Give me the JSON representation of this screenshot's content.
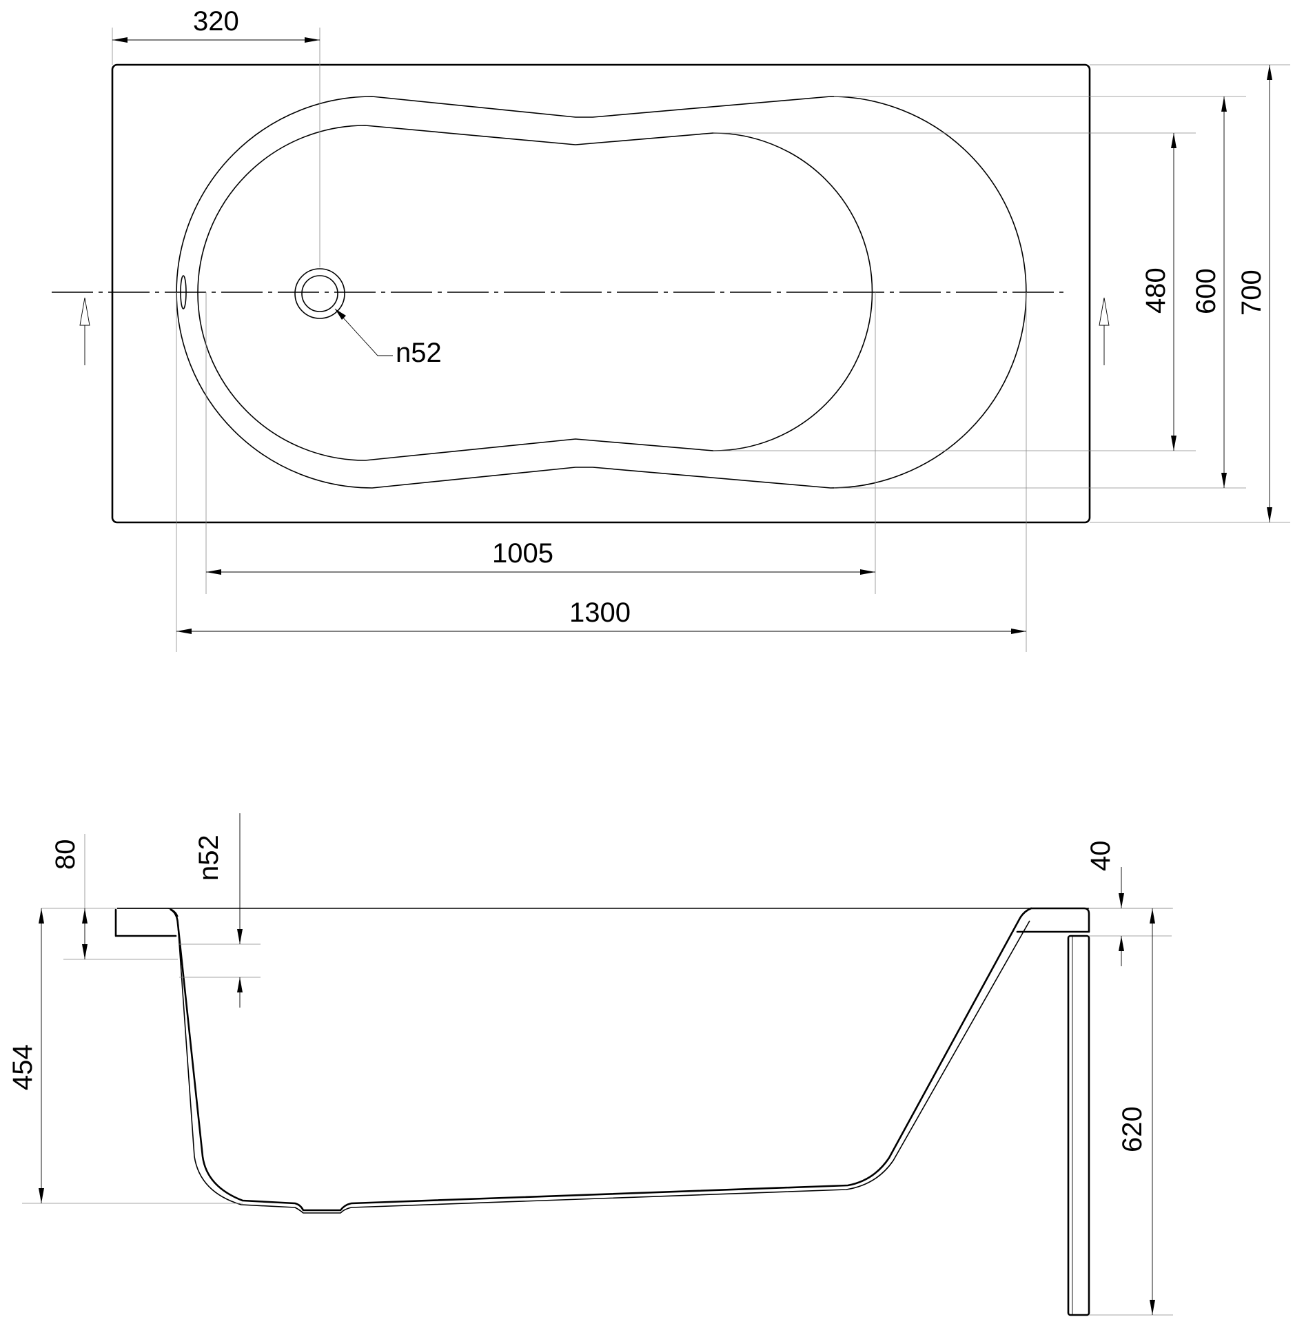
{
  "plan_view": {
    "dim_drain_offset": "320",
    "dim_drain_label": "n52",
    "dim_inner_width": "480",
    "dim_middle_width": "600",
    "dim_outer_width": "700",
    "dim_inner_length": "1005",
    "dim_outer_length": "1300"
  },
  "section_view": {
    "dim_rim_80": "80",
    "dim_drain_label": "n52",
    "dim_rim_40": "40",
    "dim_depth": "454",
    "dim_height": "620"
  }
}
